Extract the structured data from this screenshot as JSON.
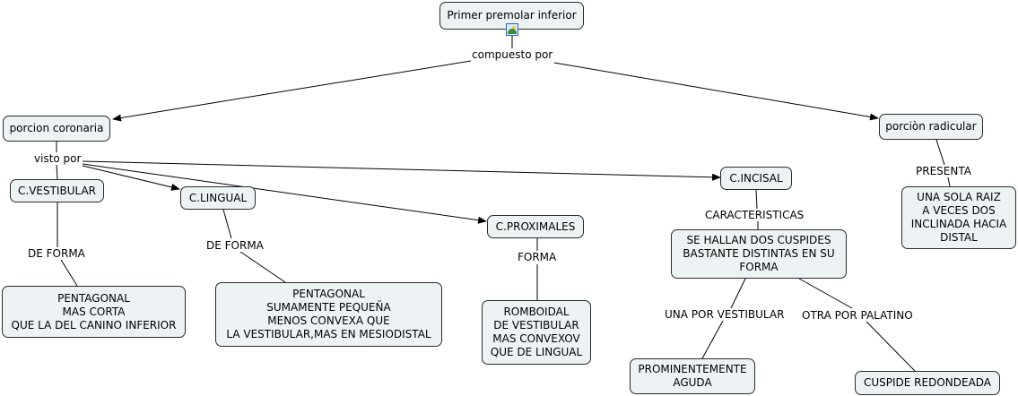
{
  "concepts": {
    "root": "Primer premolar inferior",
    "coronaria": "porcion coronaria",
    "radicular": "porciòn radicular",
    "vestibular": "C.VESTIBULAR",
    "lingual": "C.LINGUAL",
    "proximales": "C.PROXIMALES",
    "incisal": "C.INCISAL",
    "vest_forma": "PENTAGONAL\nMAS CORTA\nQUE LA DEL CANINO INFERIOR",
    "ling_forma": "PENTAGONAL\nSUMAMENTE PEQUEÑA\nMENOS CONVEXA QUE\nLA VESTIBULAR,MAS EN MESIODISTAL",
    "prox_forma": "ROMBOIDAL\nDE VESTIBULAR\nMAS CONVEXOV\nQUE DE LINGUAL",
    "incisal_carac": "SE HALLAN DOS CUSPIDES\nBASTANTE DISTINTAS EN SU\nFORMA",
    "aguda": "PROMINENTEMENTE\nAGUDA",
    "redondeada": "CUSPIDE REDONDEADA",
    "raiz": "UNA SOLA RAIZ\nA VECES DOS\nINCLINADA HACIA\nDISTAL"
  },
  "linking_phrases": {
    "compuesto": "compuesto por",
    "visto": "visto por",
    "de_forma_1": "DE FORMA",
    "de_forma_2": "DE FORMA",
    "forma": "FORMA",
    "caracteristicas": "CARACTERISTICAS",
    "una_por": "UNA POR VESTIBULAR",
    "otra_por": "OTRA POR PALATINO",
    "presenta": "PRESENTA"
  },
  "icons": {
    "root_attachment": "image-icon"
  },
  "colors": {
    "node_fill": "#edf3f5",
    "node_border": "#2a2a2a",
    "line": "#000000"
  }
}
